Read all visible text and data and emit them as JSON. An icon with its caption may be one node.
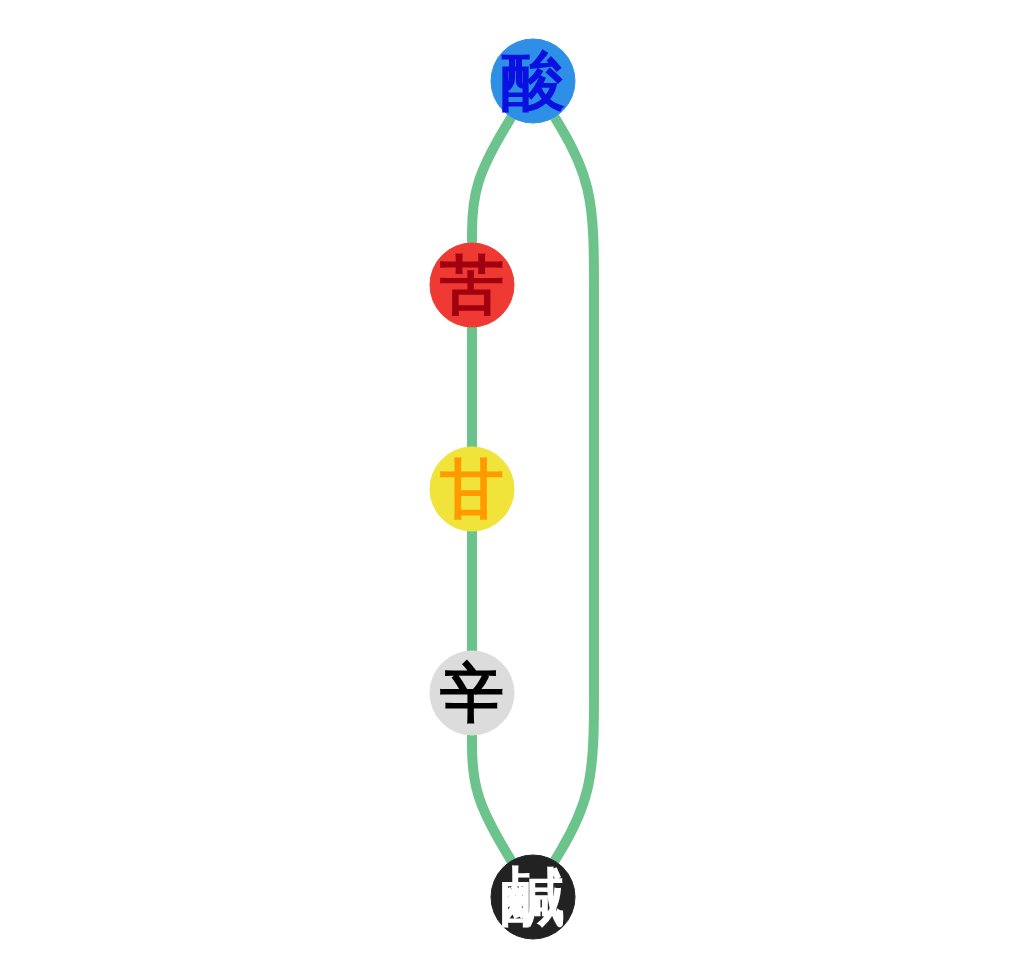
{
  "diagram": {
    "nodes": [
      {
        "text": [
          "酸"
        ]
      },
      {
        "text": [
          "鹹"
        ]
      },
      {
        "text": [
          "苦"
        ]
      },
      {
        "text": [
          "辛"
        ]
      },
      {
        "text": [
          "甘"
        ]
      }
    ],
    "edges": [
      {
        "from": 0,
        "to": 2,
        "arrow": "none"
      },
      {
        "from": 2,
        "to": 4,
        "arrow": "none"
      },
      {
        "from": 4,
        "to": 3,
        "arrow": "none"
      },
      {
        "from": 3,
        "to": 1,
        "arrow": "none"
      },
      {
        "from": 1,
        "to": 0,
        "arrow": "none"
      }
    ]
  }
}
